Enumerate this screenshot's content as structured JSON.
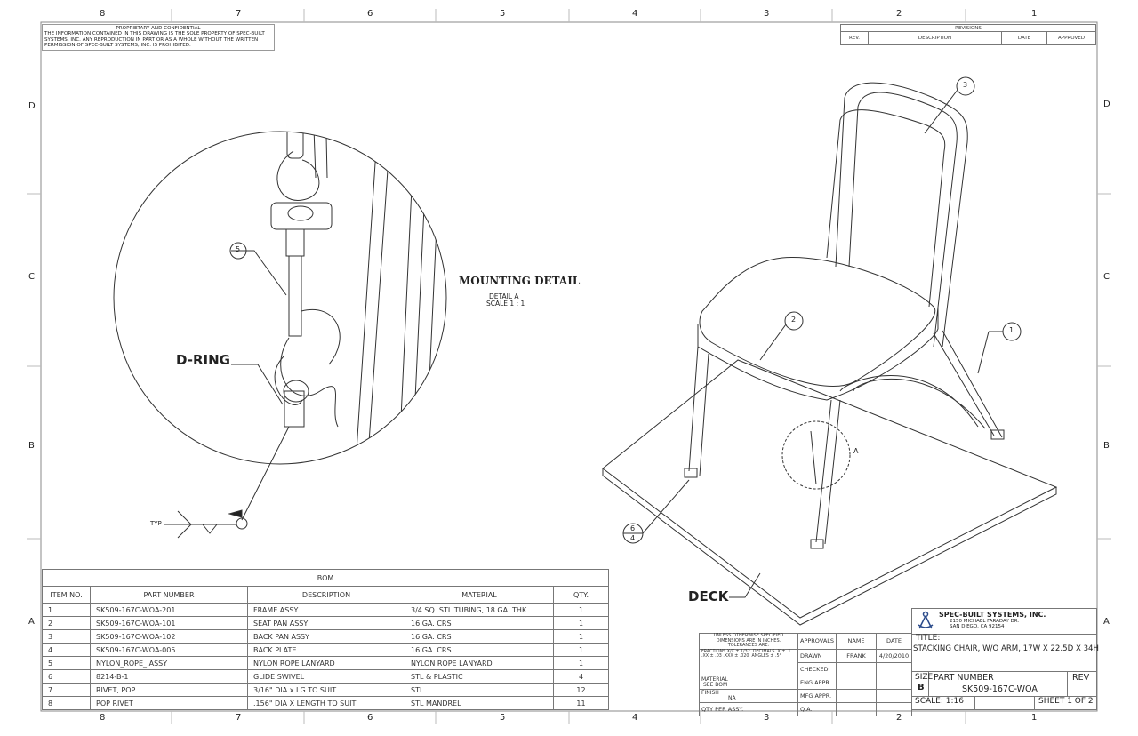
{
  "zones": {
    "columns": [
      "8",
      "7",
      "6",
      "5",
      "4",
      "3",
      "2",
      "1"
    ],
    "rows": [
      "D",
      "C",
      "B",
      "A"
    ]
  },
  "proprietary": {
    "title": "PROPRIETARY AND CONFIDENTIAL",
    "lines": [
      "THE INFORMATION CONTAINED IN THIS DRAWING IS THE SOLE PROPERTY OF SPEC-BUILT",
      "SYSTEMS, INC.  ANY REPRODUCTION IN PART OR AS A WHOLE WITHOUT THE WRITTEN",
      "PERMISSION OF SPEC-BUILT SYSTEMS, INC. IS PROHIBITED."
    ]
  },
  "revisions": {
    "title": "REVISIONS",
    "headers": [
      "REV.",
      "DESCRIPTION",
      "DATE",
      "APPROVED"
    ]
  },
  "detail": {
    "title": "MOUNTING DETAIL",
    "name": "DETAIL A",
    "scale": "SCALE 1 : 1",
    "dring_label": "D-RING",
    "balloon": "5",
    "weld_label": "TYP"
  },
  "chair_view": {
    "balloons": [
      "3",
      "2",
      "1",
      "6",
      "4"
    ],
    "deck_label": "DECK",
    "detail_marker": "A"
  },
  "bom": {
    "title": "BOM",
    "headers": [
      "ITEM NO.",
      "PART NUMBER",
      "DESCRIPTION",
      "MATERIAL",
      "QTY."
    ],
    "rows": [
      [
        "1",
        "SK509-167C-WOA-201",
        "FRAME ASSY",
        "3/4 SQ. STL TUBING, 18 GA. THK",
        "1"
      ],
      [
        "2",
        "SK509-167C-WOA-101",
        "SEAT PAN ASSY",
        "16 GA. CRS",
        "1"
      ],
      [
        "3",
        "SK509-167C-WOA-102",
        "BACK PAN ASSY",
        "16 GA. CRS",
        "1"
      ],
      [
        "4",
        "SK509-167C-WOA-005",
        "BACK PLATE",
        "16 GA. CRS",
        "1"
      ],
      [
        "5",
        "NYLON_ROPE_ ASSY",
        "NYLON ROPE LANYARD",
        "NYLON ROPE LANYARD",
        "1"
      ],
      [
        "6",
        "8214-B-1",
        "GLIDE SWIVEL",
        "STL & PLASTIC",
        "4"
      ],
      [
        "7",
        "RIVET, POP",
        "3/16\" DIA x LG TO SUIT",
        "STL",
        "12"
      ],
      [
        "8",
        "POP RIVET",
        ".156\" DIA X LENGTH TO SUIT",
        "STL MANDREL",
        "11"
      ]
    ]
  },
  "title_block": {
    "company": "SPEC-BUILT SYSTEMS, INC.",
    "address1": "2150 MICHAEL FARADAY DR.",
    "address2": "SAN DIEGO, CA 92154",
    "tolerance_note": "UNLESS OTHERWISE SPECIFIED DIMENSIONS ARE IN INCHES.  TOLERANCES ARE:",
    "fractions": "FRACTIONS X/X ± 1/32",
    "decimals": "DECIMALS .X ± .1  .XX ± .03  .XXX ± .020",
    "angles": "ANGLES ± .5°",
    "material_label": "MATERIAL",
    "material_value": "SEE BOM",
    "finish_label": "FINISH",
    "finish_value": "NA",
    "qty_label": "QTY PER ASSY.",
    "approvals_header": "APPROVALS",
    "name_header": "NAME",
    "date_header": "DATE",
    "approvals": [
      {
        "role": "DRAWN",
        "name": "FRANK",
        "date": "4/20/2010"
      },
      {
        "role": "CHECKED",
        "name": "",
        "date": ""
      },
      {
        "role": "ENG APPR.",
        "name": "",
        "date": ""
      },
      {
        "role": "MFG APPR.",
        "name": "",
        "date": ""
      },
      {
        "role": "Q.A.",
        "name": "",
        "date": ""
      }
    ],
    "title_label": "TITLE:",
    "title": "STACKING CHAIR, W/O ARM, 17W X 22.5D X 34H",
    "size_label": "SIZE",
    "size": "B",
    "part_number_label": "PART NUMBER",
    "part_number": "SK509-167C-WOA",
    "rev_label": "REV",
    "scale": "SCALE: 1:16",
    "sheet": "SHEET 1 OF 2"
  }
}
